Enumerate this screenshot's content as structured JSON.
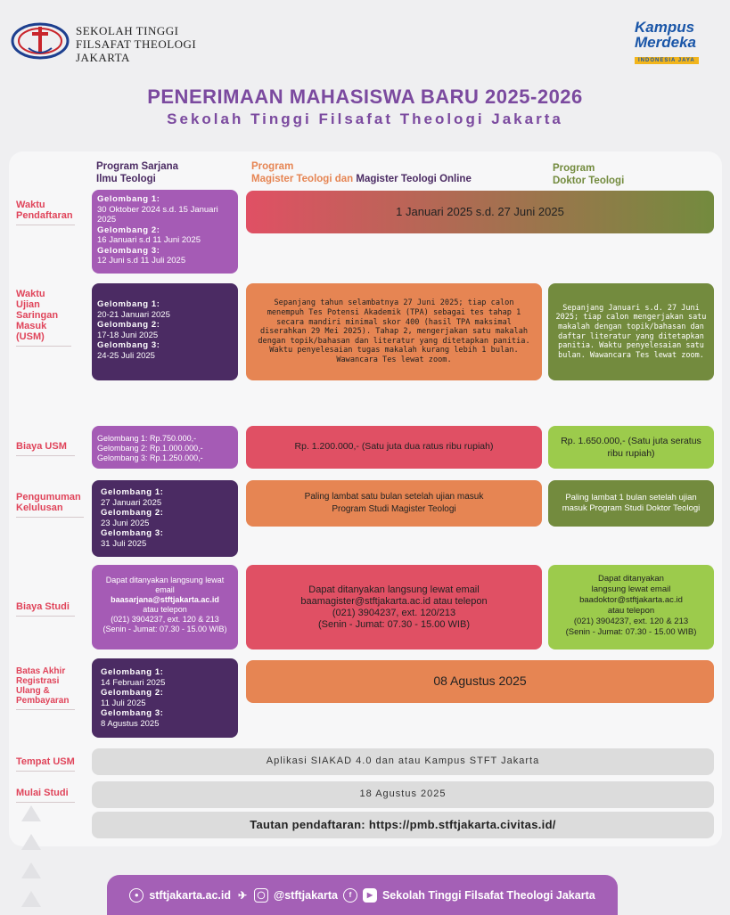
{
  "header": {
    "institution_lines": [
      "SEKOLAH TINGGI",
      "FILSAFAT THEOLOGI",
      "JAKARTA"
    ],
    "partner_logo": {
      "line1": "Kampus",
      "line2": "Merdeka",
      "tagline": "INDONESIA JAYA"
    },
    "title": "PENERIMAAN MAHASISWA BARU 2025-2026",
    "subtitle": "Sekolah Tinggi Filsafat Theologi Jakarta"
  },
  "columns": {
    "sarjana": {
      "line1": "Program Sarjana",
      "line2": "Ilmu Teologi"
    },
    "magister": {
      "line1": "Program",
      "line2a": "Magister Teologi dan ",
      "line2b": "Magister Teologi Online"
    },
    "doktor": {
      "line1": "Program",
      "line2": "Doktor Teologi"
    }
  },
  "rows": {
    "waktu_pendaftaran": {
      "label": "Waktu Pendaftaran",
      "sarjana": {
        "g1": "Gelombang 1:",
        "g1v": "30 Oktober 2024 s.d. 15 Januari 2025",
        "g2": "Gelombang 2:",
        "g2v": "16 Januari s.d 11 Juni 2025",
        "g3": "Gelombang 3:",
        "g3v": "12 Juni s.d 11 Juli 2025"
      },
      "merged": "1 Januari 2025 s.d. 27 Juni 2025"
    },
    "usm": {
      "label": "Waktu Ujian Saringan Masuk (USM)",
      "sarjana": {
        "g1": "Gelombang 1:",
        "g1v": "20-21 Januari 2025",
        "g2": "Gelombang 2:",
        "g2v": "17-18 Juni 2025",
        "g3": "Gelombang 3:",
        "g3v": "24-25 Juli 2025"
      },
      "magister": "Sepanjang tahun selambatnya 27 Juni 2025; tiap calon menempuh Tes Potensi Akademik (TPA) sebagai tes tahap 1 secara mandiri minimal skor 400 (hasil TPA maksimal diserahkan 29 Mei 2025). Tahap 2, mengerjakan satu makalah dengan topik/bahasan dan literatur yang ditetapkan panitia. Waktu penyelesaian tugas makalah kurang lebih 1 bulan. Wawancara Tes lewat zoom.",
      "doktor": "Sepanjang Januari s.d. 27 Juni 2025; tiap calon mengerjakan satu makalah dengan topik/bahasan dan daftar literatur yang ditetapkan panitia. Waktu penyelesaian satu bulan. Wawancara Tes lewat zoom."
    },
    "biaya_usm": {
      "label": "Biaya USM",
      "sarjana": [
        "Gelombang 1: Rp.750.000,-",
        "Gelombang 2: Rp.1.000.000,-",
        "Gelombang 3: Rp.1.250.000,-"
      ],
      "magister": "Rp. 1.200.000,- (Satu juta dua ratus ribu rupiah)",
      "doktor": "Rp. 1.650.000,- (Satu juta seratus ribu rupiah)"
    },
    "pengumuman": {
      "label": "Pengumuman Kelulusan",
      "sarjana": {
        "g1": "Gelombang 1:",
        "g1v": "27 Januari 2025",
        "g2": "Gelombang 2:",
        "g2v": "23 Juni 2025",
        "g3": "Gelombang 3:",
        "g3v": "31 Juli 2025"
      },
      "magister": "Paling lambat satu bulan setelah ujian masuk Program Studi Magister Teologi",
      "doktor": "Paling lambat 1 bulan setelah ujian masuk Program Studi Doktor Teologi"
    },
    "biaya_studi": {
      "label": "Biaya Studi",
      "sarjana": {
        "intro": "Dapat ditanyakan langsung lewat email",
        "email": "baasarjana@stftjakarta.ac.id",
        "via": "atau telepon",
        "phone": "(021) 3904237, ext. 120 & 213",
        "hours": "(Senin - Jumat: 07.30 - 15.00 WIB)"
      },
      "magister": {
        "line1": "Dapat ditanyakan langsung lewat email",
        "line2": "baamagister@stftjakarta.ac.id atau telepon",
        "line3": "(021) 3904237, ext. 120/213",
        "line4": "(Senin - Jumat: 07.30 - 15.00 WIB)"
      },
      "doktor": {
        "line1": "Dapat ditanyakan",
        "line2": "langsung lewat email",
        "line3": "baadoktor@stftjakarta.ac.id",
        "line4": "atau telepon",
        "line5": "(021) 3904237, ext. 120 & 213",
        "line6": "(Senin - Jumat: 07.30 - 15.00 WIB)"
      }
    },
    "batas_akhir": {
      "label": "Batas Akhir Registrasi Ulang & Pembayaran",
      "sarjana": {
        "g1": "Gelombang 1:",
        "g1v": "14 Februari 2025",
        "g2": "Gelombang 2:",
        "g2v": "11 Juli 2025",
        "g3": "Gelombang 3:",
        "g3v": "8 Agustus 2025"
      },
      "merged": "08 Agustus 2025"
    },
    "tempat_usm": {
      "label": "Tempat USM",
      "value": "Aplikasi SIAKAD 4.0 dan atau Kampus STFT Jakarta"
    },
    "mulai_studi": {
      "label": "Mulai Studi",
      "value": "18 Agustus 2025"
    },
    "tautan": "Tautan pendaftaran: https://pmb.stftjakarta.civitas.id/"
  },
  "footer": {
    "website": "stftjakarta.ac.id",
    "social": "@stftjakarta",
    "channel": "Sekolah Tinggi Filsafat Theologi Jakarta"
  },
  "colors": {
    "accent": "#7b4a9f",
    "label_red": "#e0445a",
    "purple": "#a55bb5",
    "dark_purple": "#4b2b63",
    "red": "#e05064",
    "orange": "#e68553",
    "olive": "#738b3e",
    "lime": "#9ccb4c"
  }
}
